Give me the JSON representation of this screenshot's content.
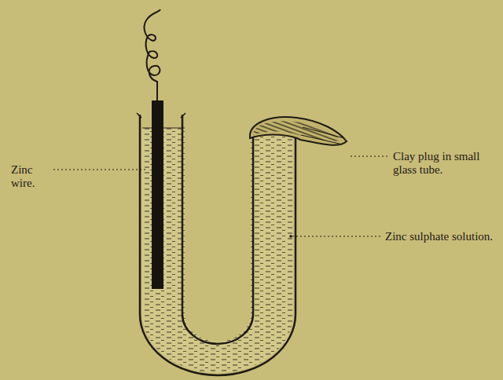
{
  "diagram": {
    "labels": [
      "Zinc wire.",
      "Clay plug in small glass tube.",
      "Zinc sulphate solution."
    ]
  }
}
